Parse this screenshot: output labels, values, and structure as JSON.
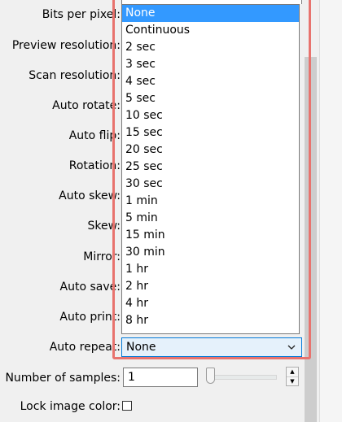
{
  "labels": {
    "bits_per_pixel": "Bits per pixel:",
    "preview_resolution": "Preview resolution:",
    "scan_resolution": "Scan resolution:",
    "auto_rotate": "Auto rotate:",
    "auto_flip": "Auto flip:",
    "rotation": "Rotation:",
    "auto_skew": "Auto skew:",
    "skew": "Skew:",
    "mirror": "Mirror:",
    "auto_save": "Auto save:",
    "auto_print": "Auto print:",
    "auto_repeat": "Auto repeat:",
    "number_of_samples": "Number of samples:",
    "lock_image_color": "Lock image color:"
  },
  "auto_repeat": {
    "selected": "None",
    "options": [
      "None",
      "Continuous",
      "2 sec",
      "3 sec",
      "4 sec",
      "5 sec",
      "10 sec",
      "15 sec",
      "20 sec",
      "25 sec",
      "30 sec",
      "1 min",
      "5 min",
      "15 min",
      "30 min",
      "1 hr",
      "2 hr",
      "4 hr",
      "8 hr"
    ]
  },
  "samples": {
    "value": "1"
  },
  "icons": {
    "dropdown": "chevron-down-icon",
    "spin_up": "triangle-up-icon",
    "spin_down": "triangle-down-icon"
  },
  "colors": {
    "highlight": "#e8736e",
    "selection": "#3399ff",
    "focus_border": "#0078d7"
  }
}
